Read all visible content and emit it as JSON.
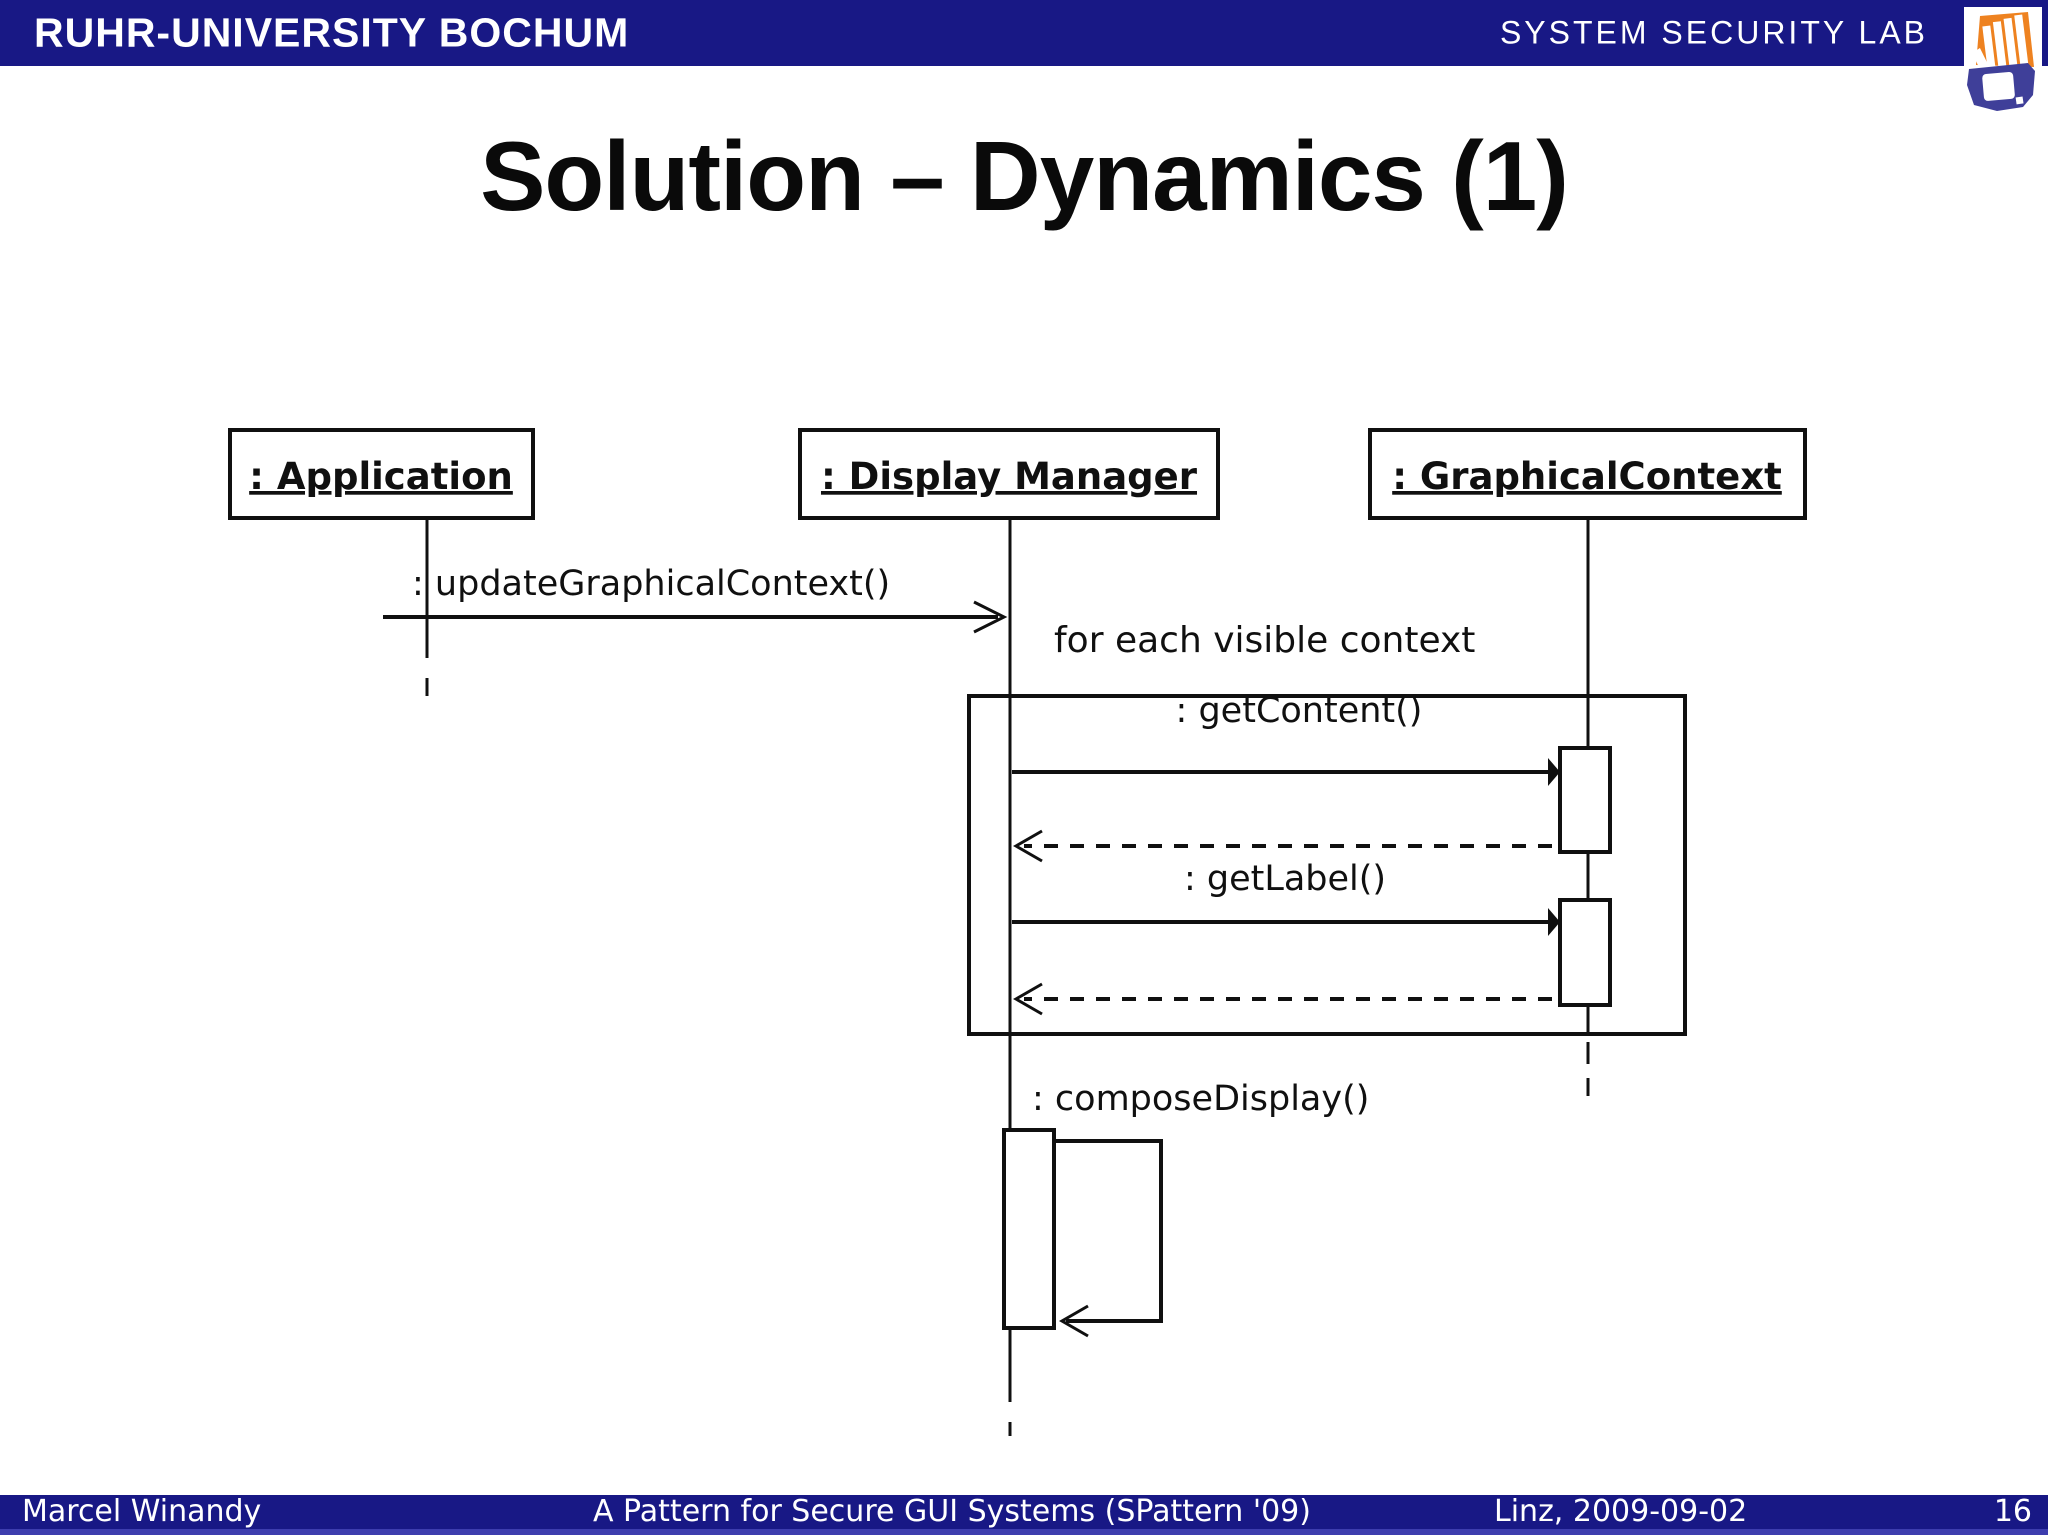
{
  "theme": {
    "navy": "#181885",
    "footer_strip": "#3d3dae",
    "orange": "#ee8220",
    "logo_blue": "#3f3f99",
    "ink": "#101010",
    "bg": "#ffffff"
  },
  "header": {
    "university": "RUHR-UNIVERSITY BOCHUM",
    "lab": "SYSTEM SECURITY LAB",
    "logo_icon": "hand-over-book-icon"
  },
  "slide": {
    "title": "Solution – Dynamics (1)"
  },
  "diagram": {
    "type": "uml-sequence-diagram",
    "lifelines": [
      {
        "label": ": Application"
      },
      {
        "label": ": Display Manager"
      },
      {
        "label": ": GraphicalContext"
      }
    ],
    "loop_label": "for each visible context",
    "messages": [
      {
        "label": ": updateGraphicalContext()",
        "from": ": Application",
        "to": ": Display Manager",
        "kind": "call"
      },
      {
        "label": ": getContent()",
        "from": ": Display Manager",
        "to": ": GraphicalContext",
        "kind": "call-with-return"
      },
      {
        "label": ": getLabel()",
        "from": ": Display Manager",
        "to": ": GraphicalContext",
        "kind": "call-with-return"
      },
      {
        "label": ": composeDisplay()",
        "from": ": Display Manager",
        "to": ": Display Manager",
        "kind": "self-call"
      }
    ]
  },
  "footer": {
    "author": "Marcel Winandy",
    "paper_title": "A Pattern for Secure GUI Systems (SPattern '09)",
    "venue_date": "Linz, 2009-09-02",
    "page_number": "16"
  }
}
